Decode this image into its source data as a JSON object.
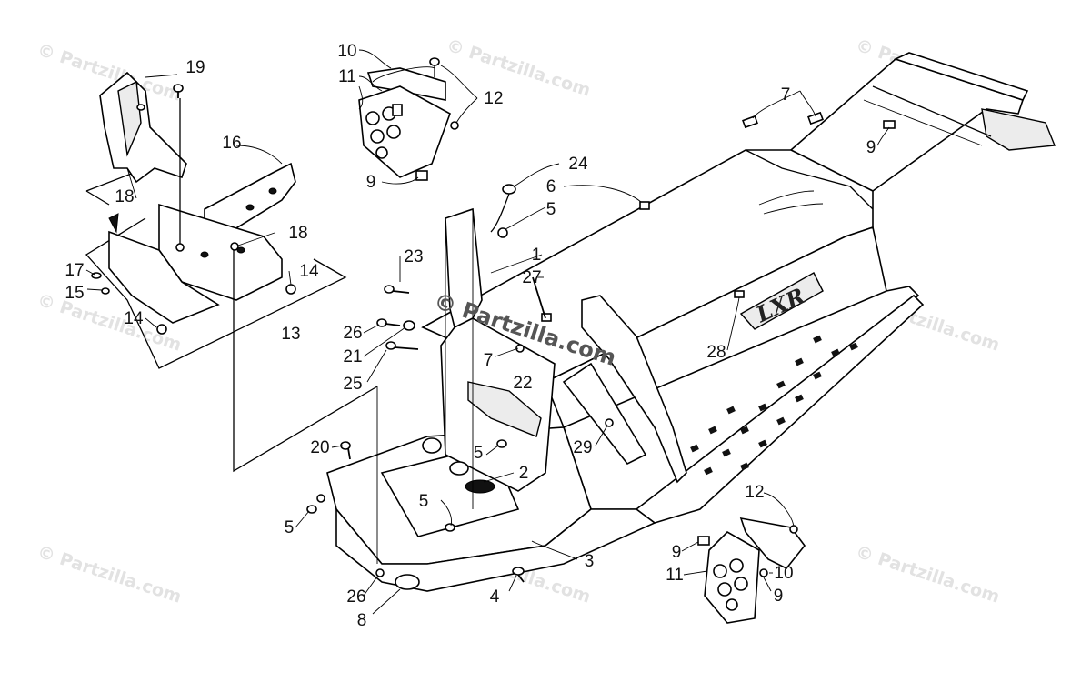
{
  "watermark": {
    "text": "© Partzilla.com",
    "center_text": "© Partzilla.com"
  },
  "labels": [
    {
      "id": "l19",
      "text": "19"
    },
    {
      "id": "l16",
      "text": "16"
    },
    {
      "id": "l18a",
      "text": "18"
    },
    {
      "id": "l18b",
      "text": "18"
    },
    {
      "id": "l17",
      "text": "17"
    },
    {
      "id": "l15",
      "text": "15"
    },
    {
      "id": "l14a",
      "text": "14"
    },
    {
      "id": "l14b",
      "text": "14"
    },
    {
      "id": "l13",
      "text": "13"
    },
    {
      "id": "l10a",
      "text": "10"
    },
    {
      "id": "l11a",
      "text": "11"
    },
    {
      "id": "l12a",
      "text": "12"
    },
    {
      "id": "l9a",
      "text": "9"
    },
    {
      "id": "l24",
      "text": "24"
    },
    {
      "id": "l6",
      "text": "6"
    },
    {
      "id": "l5a",
      "text": "5"
    },
    {
      "id": "l1",
      "text": "1"
    },
    {
      "id": "l27",
      "text": "27"
    },
    {
      "id": "l23",
      "text": "23"
    },
    {
      "id": "l26a",
      "text": "26"
    },
    {
      "id": "l21",
      "text": "21"
    },
    {
      "id": "l7a",
      "text": "7"
    },
    {
      "id": "l22",
      "text": "22"
    },
    {
      "id": "l25",
      "text": "25"
    },
    {
      "id": "l7b",
      "text": "7"
    },
    {
      "id": "l9b",
      "text": "9"
    },
    {
      "id": "l28",
      "text": "28"
    },
    {
      "id": "l29",
      "text": "29"
    },
    {
      "id": "l20",
      "text": "20"
    },
    {
      "id": "l5b",
      "text": "5"
    },
    {
      "id": "l2",
      "text": "2"
    },
    {
      "id": "l5c",
      "text": "5"
    },
    {
      "id": "l5d",
      "text": "5"
    },
    {
      "id": "l3",
      "text": "3"
    },
    {
      "id": "l4",
      "text": "4"
    },
    {
      "id": "l26b",
      "text": "26"
    },
    {
      "id": "l8",
      "text": "8"
    },
    {
      "id": "l12b",
      "text": "12"
    },
    {
      "id": "l9c",
      "text": "9"
    },
    {
      "id": "l11b",
      "text": "11"
    },
    {
      "id": "l10b",
      "text": "10"
    },
    {
      "id": "l9d",
      "text": "9"
    }
  ],
  "decal_text": "LXR"
}
